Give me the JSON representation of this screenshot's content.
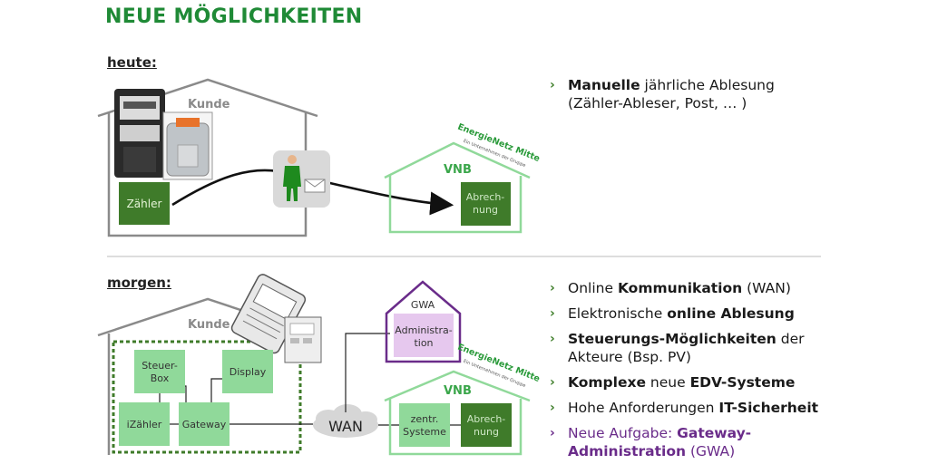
{
  "title": "NEUE MÖGLICHKEITEN",
  "sections": {
    "today": "heute:",
    "tomorrow": "morgen:"
  },
  "today": {
    "house_customer": "Kunde",
    "meter": "Zähler",
    "house_vnb": "VNB",
    "billing": "Abrech-\nnung",
    "brand": "EnergieNetz Mitte",
    "brand_sub": "Ein Unternehmen der Gruppe"
  },
  "tomorrow": {
    "house_customer": "Kunde",
    "control_box": "Steuer-\nBox",
    "display": "Display",
    "ismeter": "iZähler",
    "gateway": "Gateway",
    "wan": "WAN",
    "gwa_house": "GWA",
    "administration": "Administra-\ntion",
    "house_vnb": "VNB",
    "central_systems": "zentr.\nSysteme",
    "billing": "Abrech-\nnung",
    "brand": "EnergieNetz Mitte",
    "brand_sub": "Ein Unternehmen der Gruppe"
  },
  "bullets_today": [
    {
      "bold1": "Manuelle",
      "rest1": " jährliche Ablesung",
      "line2": "(Zähler-Ableser, Post, … )"
    }
  ],
  "bullets_tomorrow": [
    {
      "pre": "Online ",
      "bold": "Kommunikation",
      "post": " (WAN)"
    },
    {
      "pre": "Elektronische ",
      "bold": "online Ablesung",
      "post": ""
    },
    {
      "pre": "",
      "bold": "Steuerungs-Möglichkeiten",
      "post": " der",
      "line2": "Akteure (Bsp. PV)"
    },
    {
      "pre": "",
      "bold": "Komplexe",
      "post": " neue ",
      "bold2": "EDV-Systeme"
    },
    {
      "pre": "Hohe Anforderungen ",
      "bold": "IT-Sicherheit",
      "post": ""
    },
    {
      "pre": "Neue Aufgabe: ",
      "bold": "Gateway-",
      "line2bold": "Administration",
      "line2": " (GWA)"
    }
  ],
  "colors": {
    "green_title": "#1f8a36",
    "dark_green": "#3f7b2a",
    "light_green": "#90d99a",
    "purple": "#6a2c8a",
    "lavender": "#e6c8ee",
    "grey": "#8a8a8a"
  }
}
